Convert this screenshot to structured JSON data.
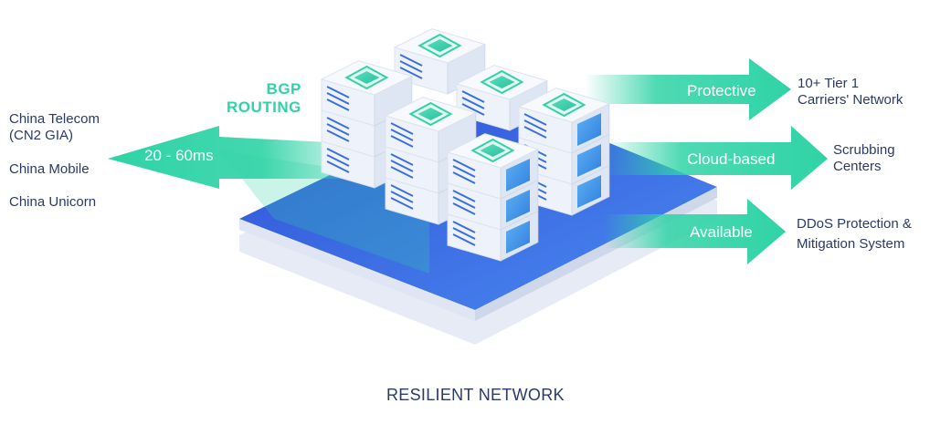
{
  "colors": {
    "accent": "#2fd3a6",
    "text": "#2b3a66",
    "platform": "#3a6fe0",
    "server_light": "#f2f5fb"
  },
  "routing": {
    "line1": "BGP",
    "line2": "ROUTING"
  },
  "latency_arrow": {
    "label": "20 - 60ms"
  },
  "left_carriers": {
    "telecom_line1": "China Telecom",
    "telecom_line2": "(CN2 GIA)",
    "mobile": "China Mobile",
    "unicorn": "China Unicorn"
  },
  "right_arrows": [
    {
      "label": "Protective",
      "target_line1": "10+ Tier 1",
      "target_line2": "Carriers' Network"
    },
    {
      "label": "Cloud-based",
      "target_line1": "Scrubbing",
      "target_line2": "Centers"
    },
    {
      "label": "Available",
      "target_line1": "DDoS Protection &",
      "target_line2": "Mitigation System"
    }
  ],
  "caption": "RESILIENT NETWORK"
}
